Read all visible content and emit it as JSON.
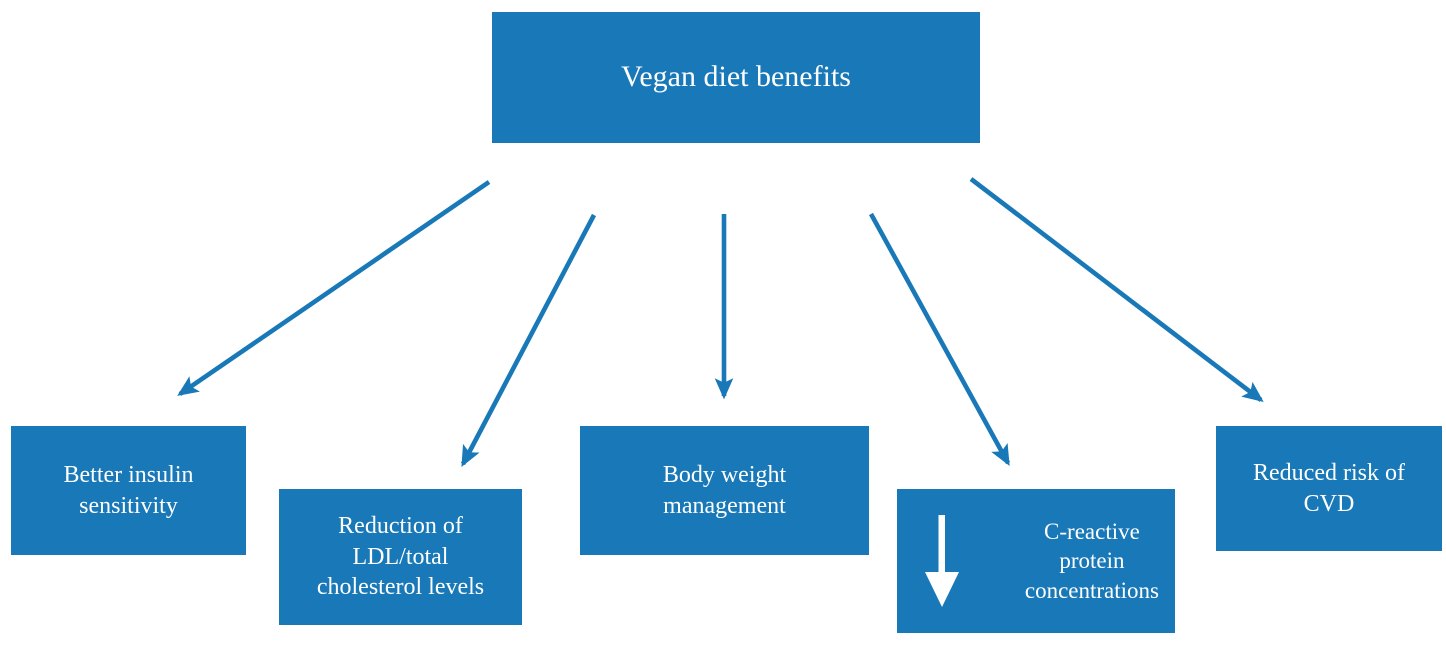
{
  "diagram": {
    "type": "tree",
    "orientation": "top-down",
    "title": "Vegan diet benefits",
    "accent_color": "#1878b8",
    "node_text_color": "#ffffff",
    "background_color": "#ffffff",
    "root": {
      "id": "root",
      "label": "Vegan diet benefits"
    },
    "children": [
      {
        "id": "insulin",
        "label": "Better insulin\nsensitivity",
        "icon": null
      },
      {
        "id": "ldl",
        "label": "Reduction of\nLDL/total\ncholesterol levels",
        "icon": null
      },
      {
        "id": "bodyweight",
        "label": "Body weight\nmanagement",
        "icon": null
      },
      {
        "id": "crp",
        "label": "C-reactive\nprotein\nconcentrations",
        "icon": "down-arrow-icon"
      },
      {
        "id": "cvd",
        "label": "Reduced risk of\nCVD",
        "icon": null
      }
    ],
    "edges": [
      {
        "from": "root",
        "to": "insulin",
        "style": "solid-arrow",
        "color": "#1878b8"
      },
      {
        "from": "root",
        "to": "ldl",
        "style": "solid-arrow",
        "color": "#1878b8"
      },
      {
        "from": "root",
        "to": "bodyweight",
        "style": "solid-arrow",
        "color": "#1878b8"
      },
      {
        "from": "root",
        "to": "crp",
        "style": "solid-arrow",
        "color": "#1878b8"
      },
      {
        "from": "root",
        "to": "cvd",
        "style": "solid-arrow",
        "color": "#1878b8"
      }
    ]
  }
}
